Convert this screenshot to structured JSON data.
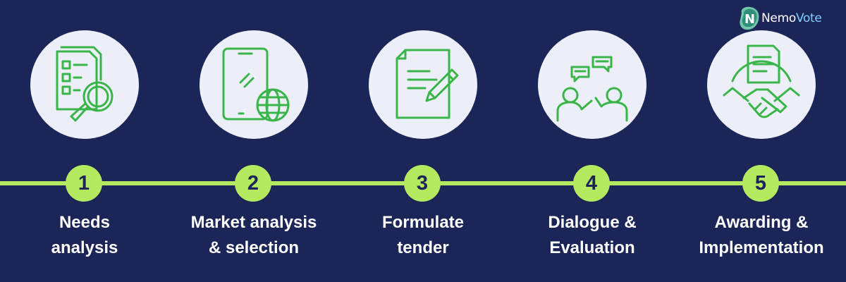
{
  "brand": {
    "logo_part1": "Nemo",
    "logo_part2": "Vote",
    "logo_letter": "N"
  },
  "colors": {
    "background": "#1b2557",
    "timeline": "#b5ea60",
    "icon_circle": "#eceff8",
    "icon_stroke": "#3ab54a"
  },
  "steps": [
    {
      "number": "1",
      "line1": "Needs",
      "line2": "analysis",
      "icon": "document-magnifier-icon"
    },
    {
      "number": "2",
      "line1": "Market analysis",
      "line2": "& selection",
      "icon": "tablet-globe-icon"
    },
    {
      "number": "3",
      "line1": "Formulate",
      "line2": "tender",
      "icon": "document-pencil-icon"
    },
    {
      "number": "4",
      "line1": "Dialogue &",
      "line2": "Evaluation",
      "icon": "people-dialogue-icon"
    },
    {
      "number": "5",
      "line1": "Awarding &",
      "line2": "Implementation",
      "icon": "handshake-contract-icon"
    }
  ]
}
